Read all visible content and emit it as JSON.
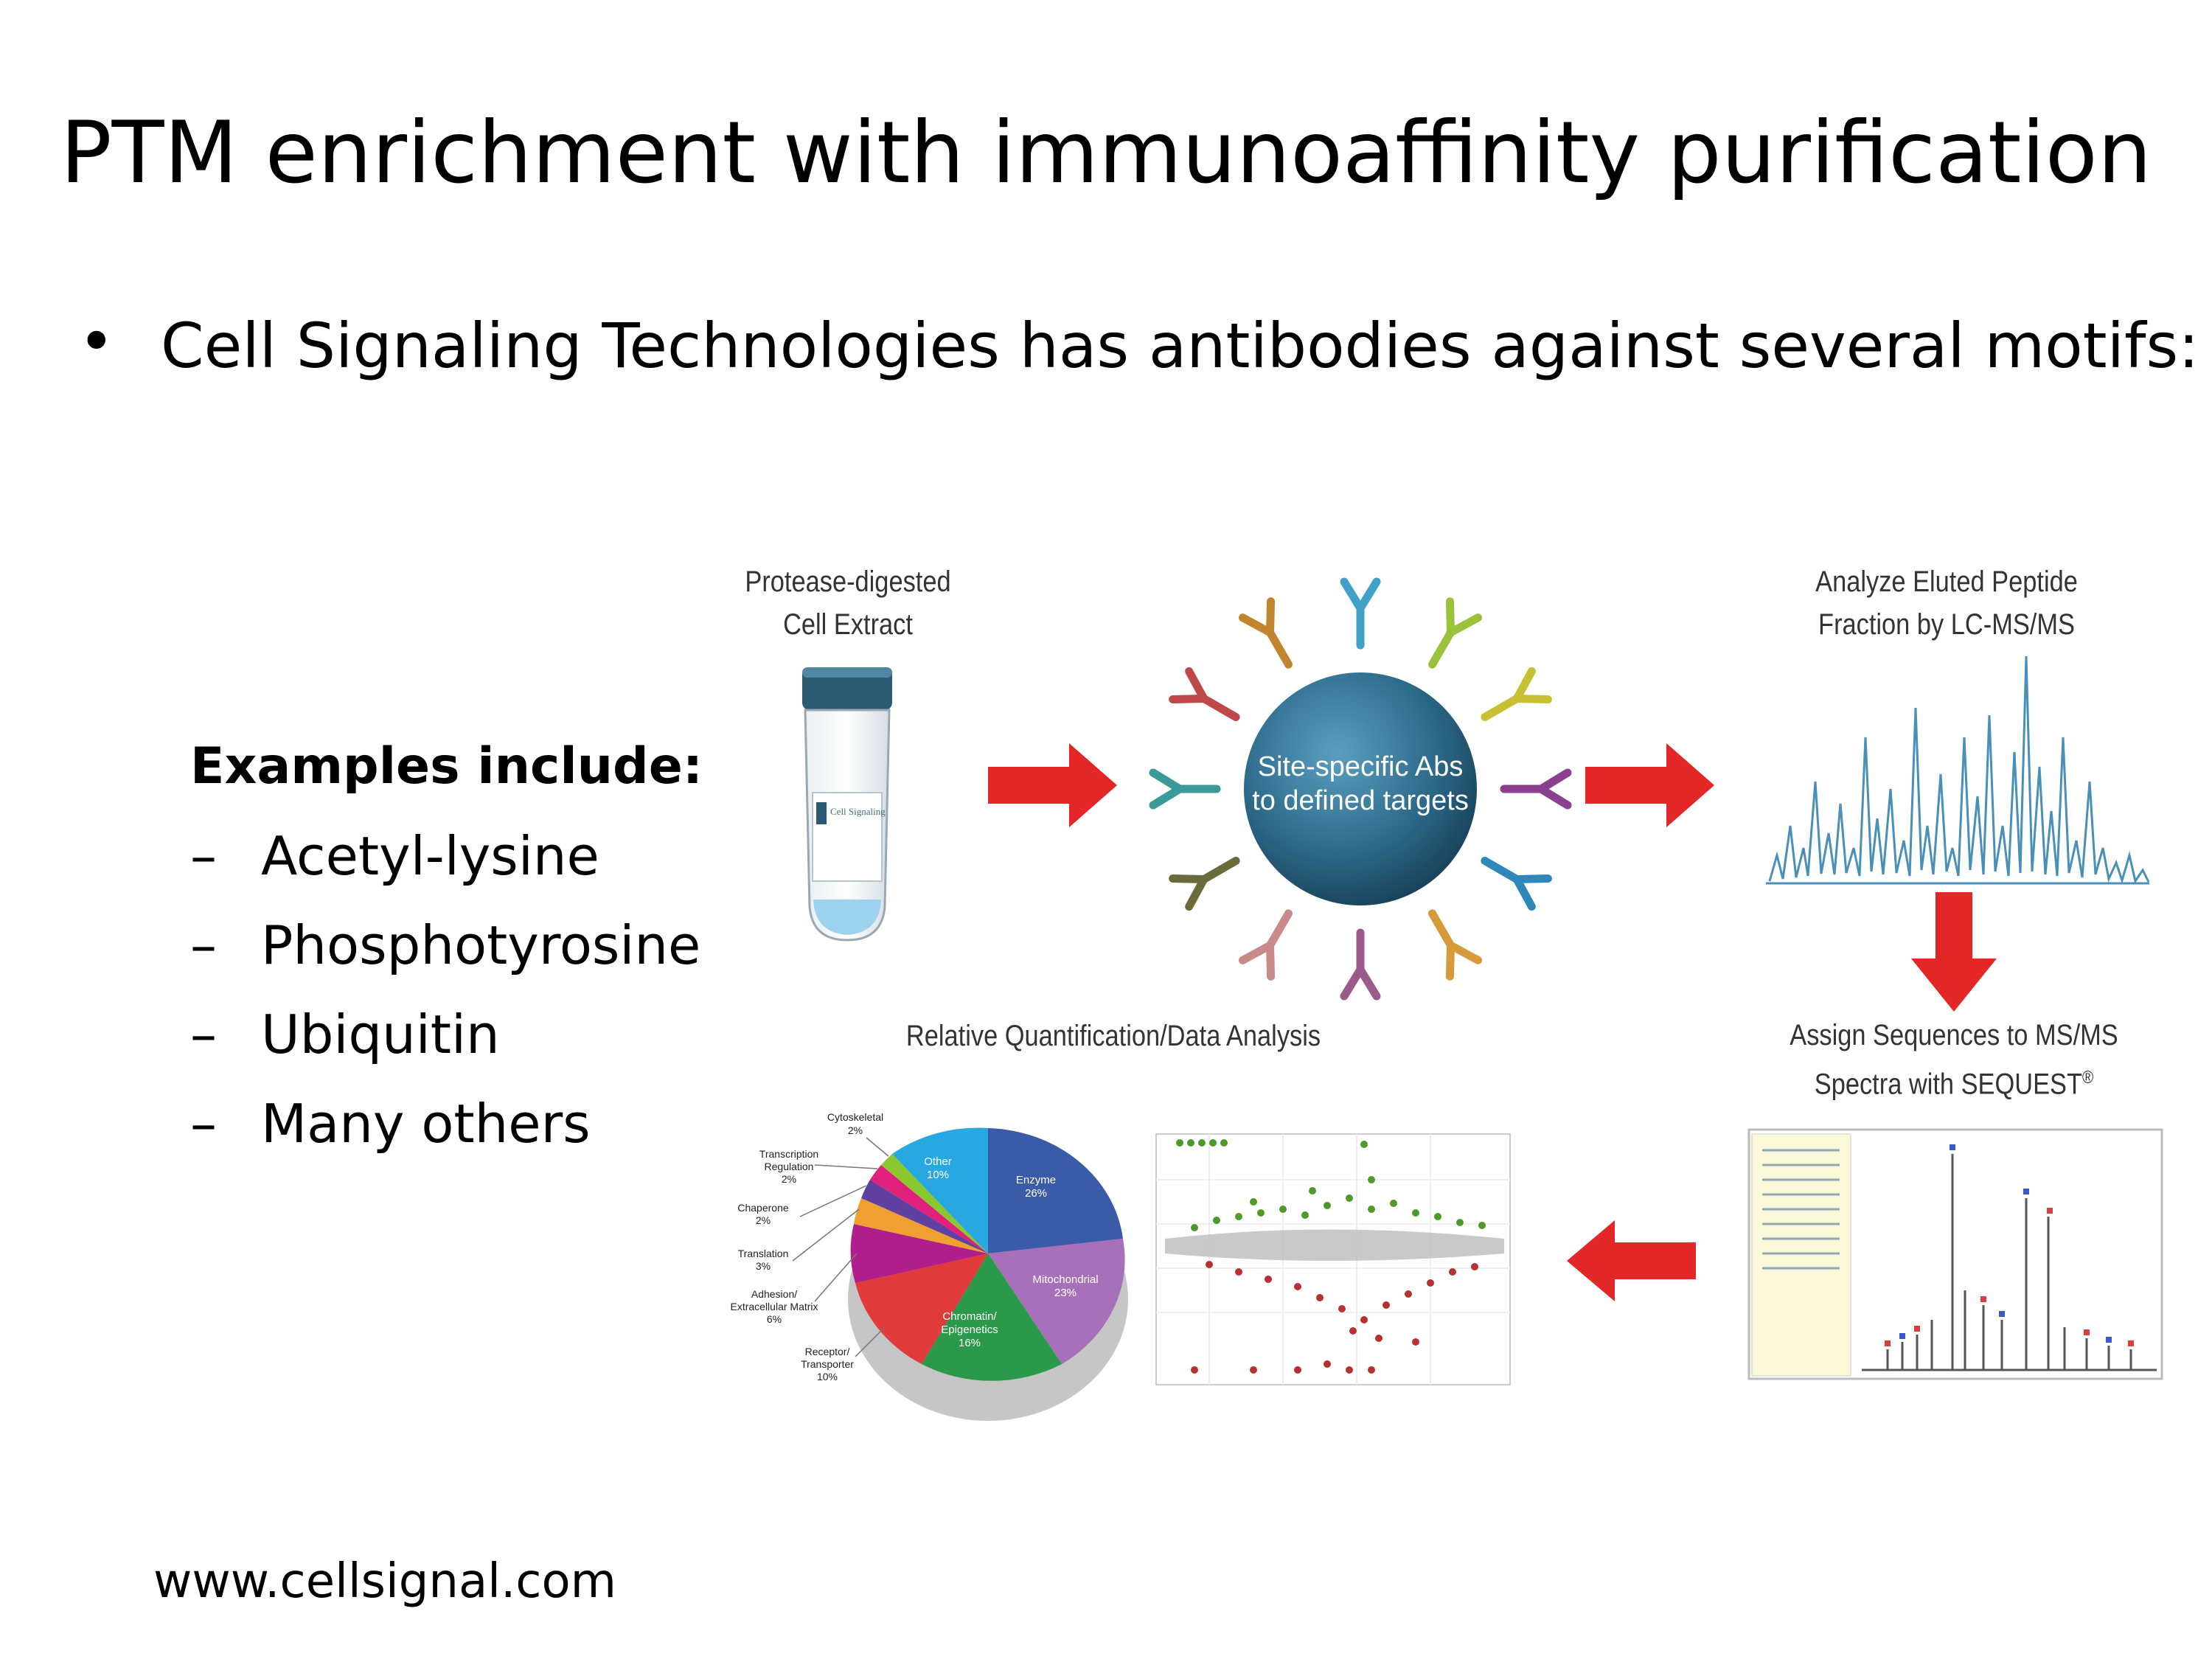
{
  "slide": {
    "title": "PTM enrichment with immunoaffinity purification",
    "bullet": "Cell Signaling Technologies has antibodies against several motifs:",
    "bullet_marker": "•",
    "examples_heading": "Examples include:",
    "dash": "–",
    "examples": [
      "Acetyl-lysine",
      "Phosphotyrosine",
      "Ubiquitin",
      "Many others"
    ],
    "url": "www.cellsignal.com"
  },
  "workflow": {
    "step1": "Protease-digested Cell Extract",
    "step1_line1": "Protease-digested",
    "step1_line2": "Cell Extract",
    "vial_label": "Cell Signaling",
    "step2_line1": "Site-specific Abs",
    "step2_line2": "to defined targets",
    "step3_line1": "Analyze Eluted Peptide",
    "step3_line2": "Fraction by LC-MS/MS",
    "step4_line1": "Assign Sequences to MS/MS",
    "step4_line2": "Spectra with SEQUEST",
    "step4_mark": "®",
    "step5": "Relative Quantification/Data Analysis"
  },
  "colors": {
    "arrow_red": "#e32626",
    "sphere": "#2f6f8f",
    "vial_cap": "#2c5a73"
  },
  "pie": {
    "labels": {
      "cytoskeletal": "Cytoskeletal",
      "cytoskeletal_pct": "2%",
      "transcription_1": "Transcription",
      "transcription_2": "Regulation",
      "transcription_pct": "2%",
      "chaperone": "Chaperone",
      "chaperone_pct": "2%",
      "translation": "Translation",
      "translation_pct": "3%",
      "adhesion_1": "Adhesion/",
      "adhesion_2": "Extracellular Matrix",
      "adhesion_pct": "6%",
      "receptor_1": "Receptor/",
      "receptor_2": "Transporter",
      "receptor_pct": "10%",
      "other": "Other",
      "other_pct": "10%",
      "enzyme": "Enzyme",
      "enzyme_pct": "26%",
      "mito": "Mitochondrial",
      "mito_pct": "23%",
      "chromatin_1": "Chromatin/",
      "chromatin_2": "Epigenetics",
      "chromatin_pct": "16%"
    }
  }
}
